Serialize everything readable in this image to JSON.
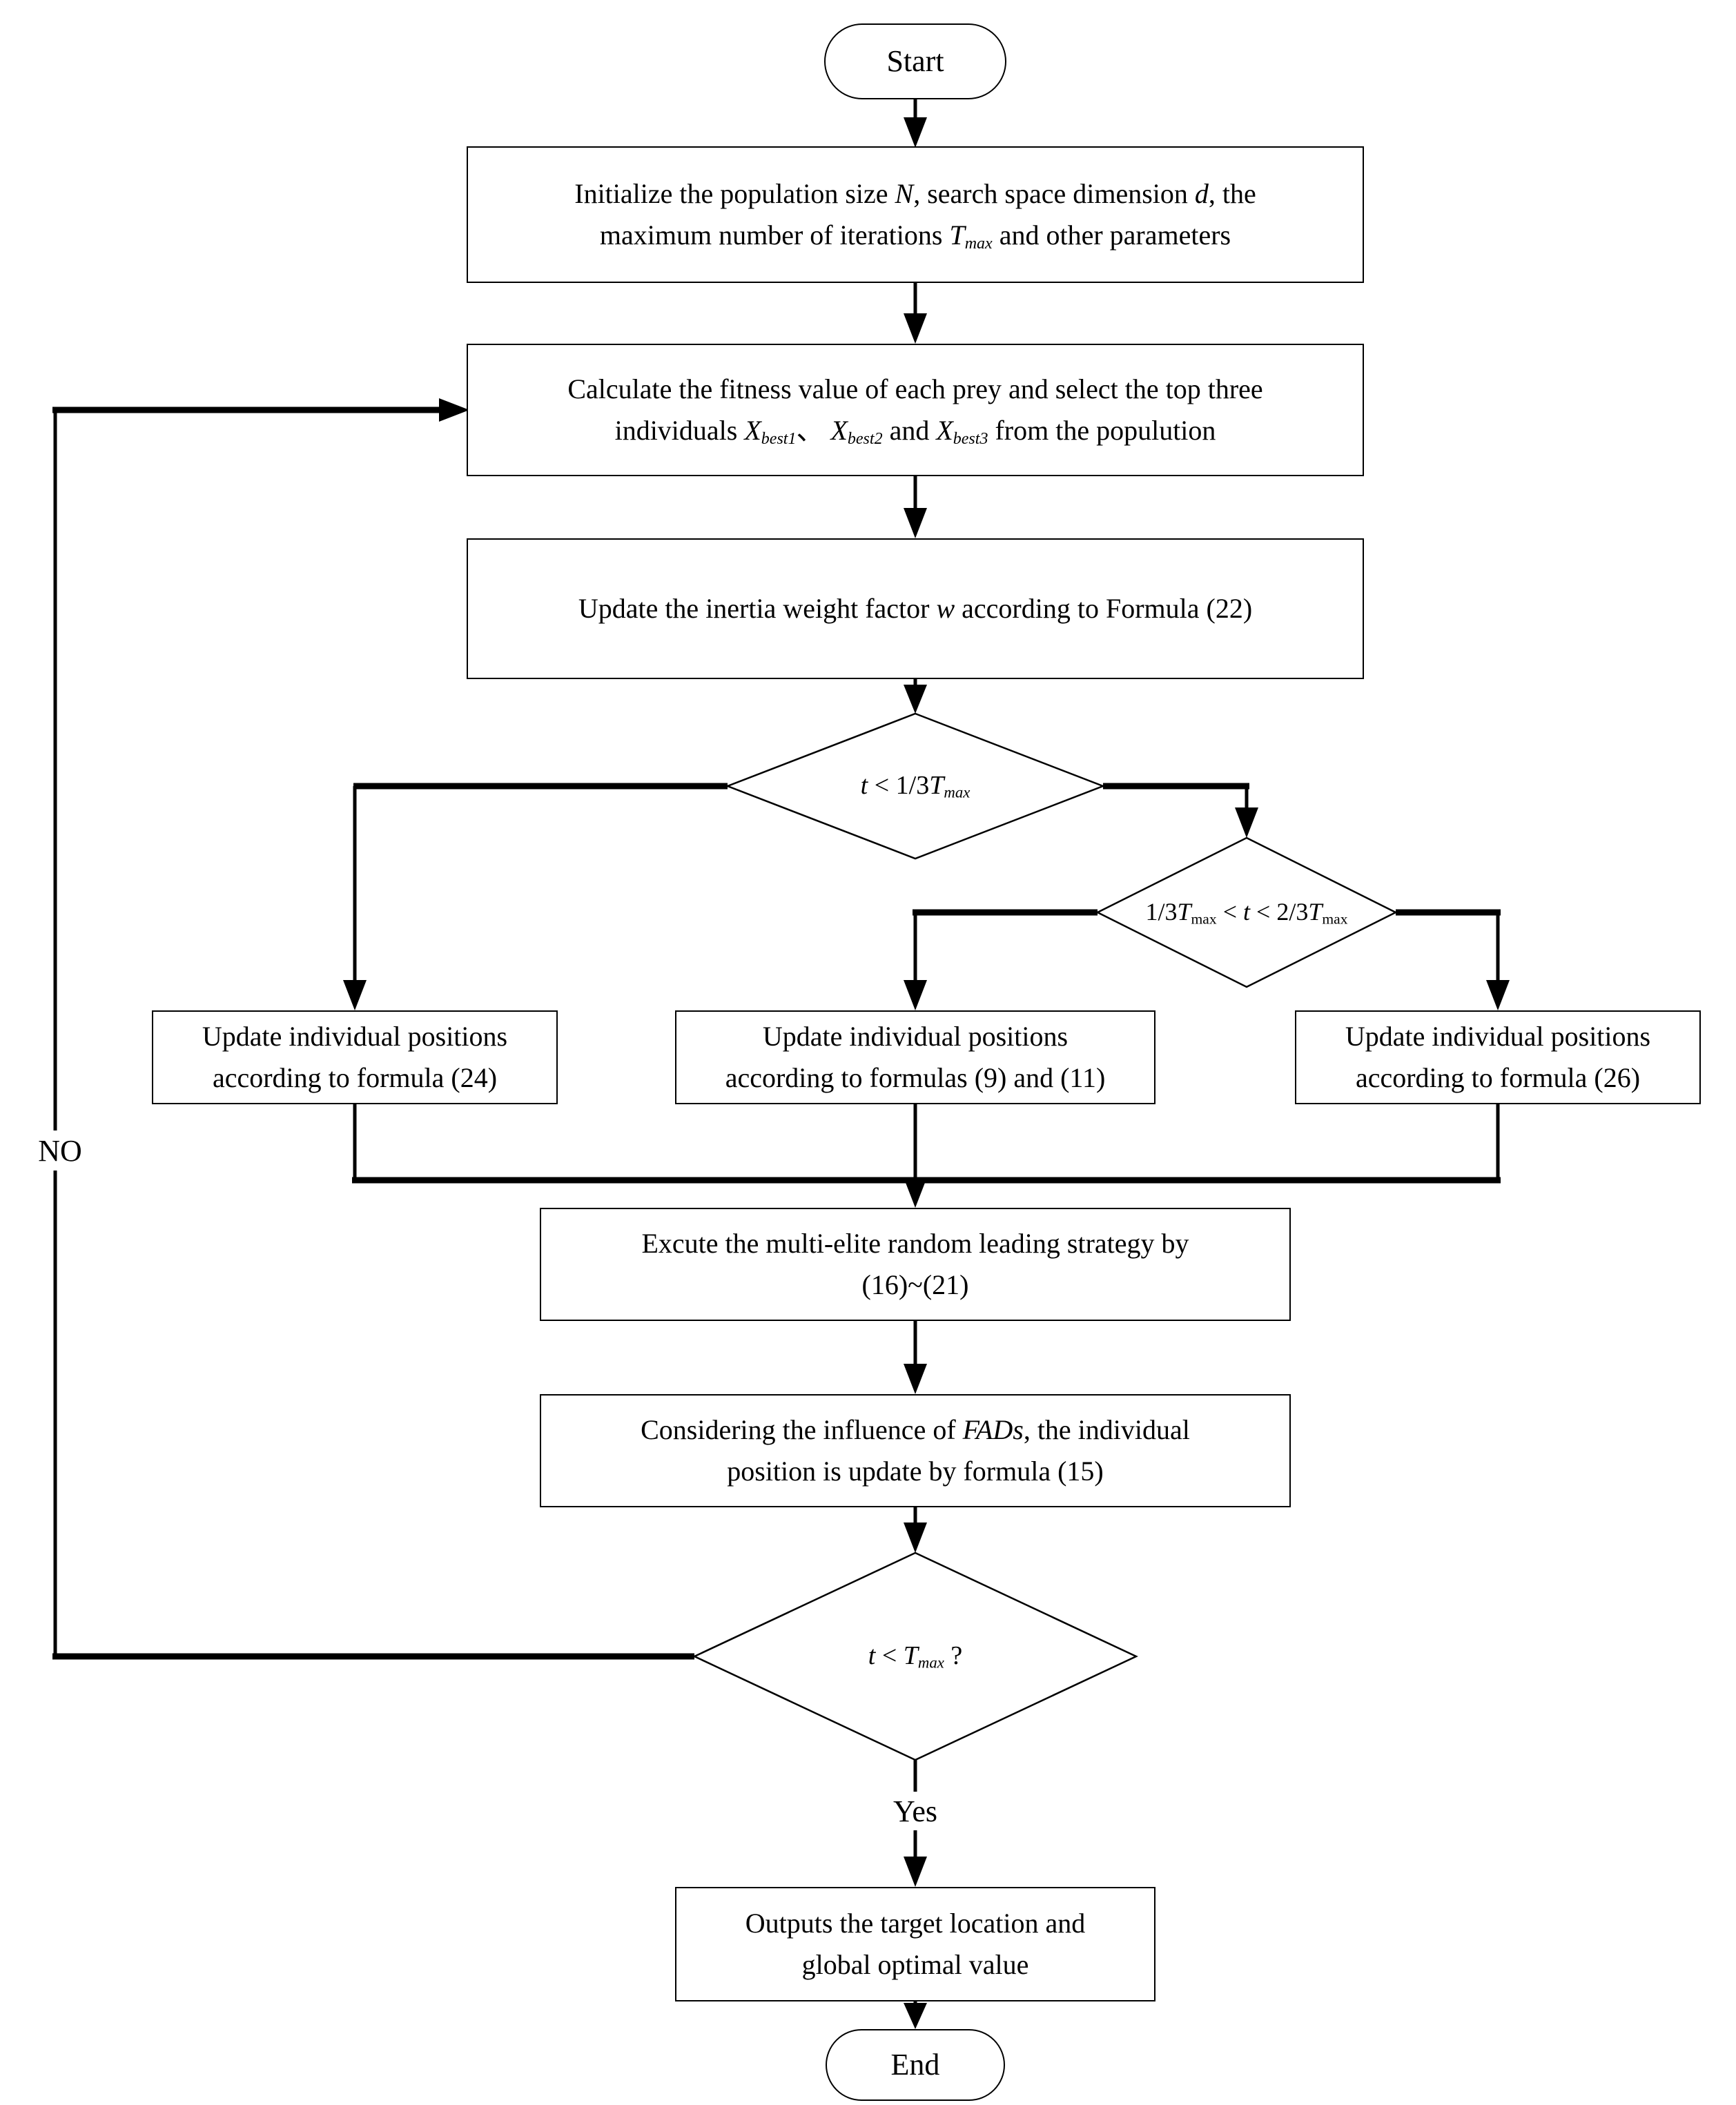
{
  "labels": {
    "no": "NO",
    "yes": "Yes"
  },
  "colors": {
    "line": "#000000",
    "shape_fill": "#ffffff",
    "text": "#000000"
  },
  "nodes": {
    "start": {
      "label": "Start"
    },
    "end": {
      "label": "End"
    },
    "init": {
      "segments": [
        {
          "t": "Initialize the population size "
        },
        {
          "t": "N",
          "i": true
        },
        {
          "t": ", search space dimension "
        },
        {
          "t": "d",
          "i": true
        },
        {
          "t": ", the"
        },
        {
          "br": true
        },
        {
          "t": "maximum number of iterations "
        },
        {
          "t": "T",
          "i": true
        },
        {
          "t": "max",
          "i": true,
          "sub": true
        },
        {
          "t": " and other parameters"
        }
      ]
    },
    "fitness": {
      "segments": [
        {
          "t": "Calculate the fitness value of each prey and select the top three"
        },
        {
          "br": true
        },
        {
          "t": "individuals "
        },
        {
          "t": "X",
          "i": true
        },
        {
          "t": "best1",
          "i": true,
          "sub": true
        },
        {
          "t": "、 "
        },
        {
          "t": "X",
          "i": true
        },
        {
          "t": "best2",
          "i": true,
          "sub": true
        },
        {
          "t": " and "
        },
        {
          "t": "X",
          "i": true
        },
        {
          "t": "best3",
          "i": true,
          "sub": true
        },
        {
          "t": " from the populution"
        }
      ]
    },
    "inertia": {
      "segments": [
        {
          "t": "Update the inertia weight factor "
        },
        {
          "t": "w",
          "i": true
        },
        {
          "t": " according to Formula (22)"
        }
      ]
    },
    "cond_first_third": {
      "segments": [
        {
          "t": "t",
          "i": true
        },
        {
          "t": " < 1/3"
        },
        {
          "t": "T",
          "i": true
        },
        {
          "t": "max",
          "i": true,
          "sub": true
        }
      ]
    },
    "cond_middle_third": {
      "segments": [
        {
          "t": "1/3"
        },
        {
          "t": "T",
          "i": true
        },
        {
          "t": "max",
          "sub": true
        },
        {
          "t": " < "
        },
        {
          "t": "t",
          "i": true
        },
        {
          "t": " < 2/3"
        },
        {
          "t": "T",
          "i": true
        },
        {
          "t": "max",
          "sub": true
        }
      ]
    },
    "update_formula_24": {
      "segments": [
        {
          "t": "Update individual positions"
        },
        {
          "br": true
        },
        {
          "t": "according to formula (24)"
        }
      ]
    },
    "update_formulas_9_11": {
      "segments": [
        {
          "t": "Update individual positions"
        },
        {
          "br": true
        },
        {
          "t": "according to formulas (9) and (11)"
        }
      ]
    },
    "update_formula_26": {
      "segments": [
        {
          "t": "Update individual positions"
        },
        {
          "br": true
        },
        {
          "t": "according to formula (26)"
        }
      ]
    },
    "elite_strategy": {
      "segments": [
        {
          "t": "Excute the multi-elite random leading strategy by"
        },
        {
          "br": true
        },
        {
          "t": "(16)~(21)"
        }
      ]
    },
    "fads_update": {
      "segments": [
        {
          "t": "Considering the influence of "
        },
        {
          "t": "FADs",
          "i": true
        },
        {
          "t": ", the individual"
        },
        {
          "br": true
        },
        {
          "t": "position  is  update by formula (15)"
        }
      ]
    },
    "cond_termination": {
      "segments": [
        {
          "t": "t",
          "i": true
        },
        {
          "t": " < "
        },
        {
          "t": "T",
          "i": true
        },
        {
          "t": "max",
          "i": true,
          "sub": true
        },
        {
          "t": " ?"
        }
      ]
    },
    "outputs": {
      "segments": [
        {
          "t": "Outputs the target location and"
        },
        {
          "br": true
        },
        {
          "t": "global optimal value"
        }
      ]
    }
  }
}
